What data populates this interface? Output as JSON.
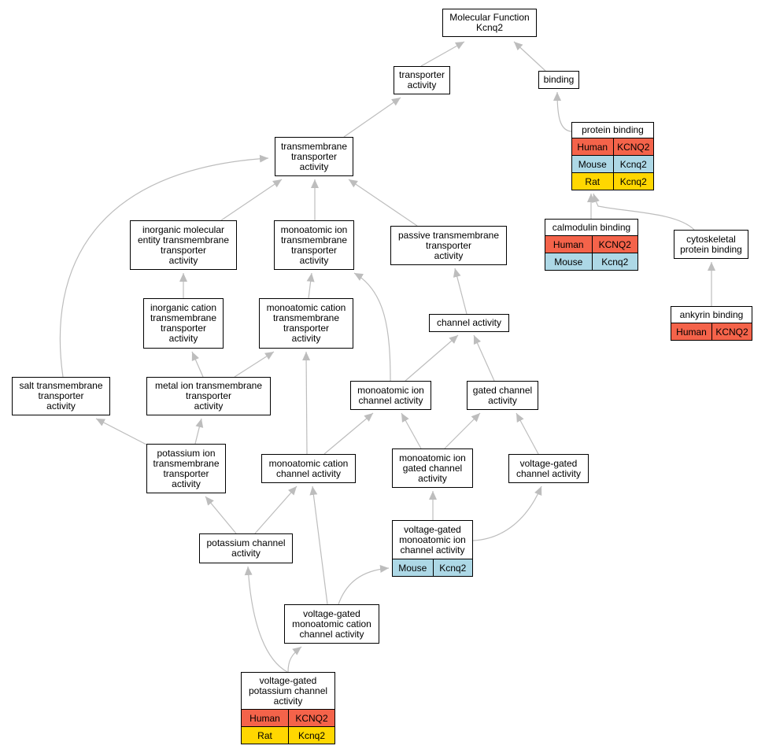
{
  "colors": {
    "edge": "#bdbdbd",
    "human": "#f4634a",
    "mouse": "#add8e6",
    "rat": "#ffd700"
  },
  "nodes": {
    "mf": {
      "label": "Molecular Function\nKcnq2"
    },
    "transporter": {
      "label": "transporter\nactivity"
    },
    "binding": {
      "label": "binding"
    },
    "tmt": {
      "label": "transmembrane\ntransporter\nactivity"
    },
    "protein_binding": {
      "label": "protein binding",
      "annotations": [
        {
          "species": "Human",
          "gene": "KCNQ2",
          "color": "#f4634a"
        },
        {
          "species": "Mouse",
          "gene": "Kcnq2",
          "color": "#add8e6"
        },
        {
          "species": "Rat",
          "gene": "Kcnq2",
          "color": "#ffd700"
        }
      ]
    },
    "calmodulin": {
      "label": "calmodulin binding",
      "annotations": [
        {
          "species": "Human",
          "gene": "KCNQ2",
          "color": "#f4634a"
        },
        {
          "species": "Mouse",
          "gene": "Kcnq2",
          "color": "#add8e6"
        }
      ]
    },
    "cytoskeletal": {
      "label": "cytoskeletal\nprotein binding"
    },
    "ankyrin": {
      "label": "ankyrin binding",
      "annotations": [
        {
          "species": "Human",
          "gene": "KCNQ2",
          "color": "#f4634a"
        }
      ]
    },
    "inorg_mol": {
      "label": "inorganic molecular\nentity transmembrane\ntransporter\nactivity"
    },
    "mono_ion_tmt": {
      "label": "monoatomic ion\ntransmembrane\ntransporter\nactivity"
    },
    "passive": {
      "label": "passive transmembrane\ntransporter\nactivity"
    },
    "inorg_cat": {
      "label": "inorganic cation\ntransmembrane\ntransporter\nactivity"
    },
    "mono_cat_tmt": {
      "label": "monoatomic cation\ntransmembrane\ntransporter\nactivity"
    },
    "channel": {
      "label": "channel activity"
    },
    "salt": {
      "label": "salt transmembrane\ntransporter\nactivity"
    },
    "metal": {
      "label": "metal ion transmembrane\ntransporter\nactivity"
    },
    "mono_ion_ch": {
      "label": "monoatomic ion\nchannel activity"
    },
    "gated_ch": {
      "label": "gated channel\nactivity"
    },
    "k_ion_tmt": {
      "label": "potassium ion\ntransmembrane\ntransporter\nactivity"
    },
    "mono_cat_ch": {
      "label": "monoatomic cation\nchannel activity"
    },
    "mono_ion_gated": {
      "label": "monoatomic ion\ngated channel\nactivity"
    },
    "vg_ch": {
      "label": "voltage-gated\nchannel activity"
    },
    "k_ch": {
      "label": "potassium channel\nactivity"
    },
    "vg_mono_ion": {
      "label": "voltage-gated\nmonoatomic ion\nchannel activity",
      "annotations": [
        {
          "species": "Mouse",
          "gene": "Kcnq2",
          "color": "#add8e6"
        }
      ]
    },
    "vg_mono_cat": {
      "label": "voltage-gated\nmonoatomic cation\nchannel activity"
    },
    "vg_k": {
      "label": "voltage-gated\npotassium channel\nactivity",
      "annotations": [
        {
          "species": "Human",
          "gene": "KCNQ2",
          "color": "#f4634a"
        },
        {
          "species": "Rat",
          "gene": "Kcnq2",
          "color": "#ffd700"
        }
      ]
    }
  }
}
